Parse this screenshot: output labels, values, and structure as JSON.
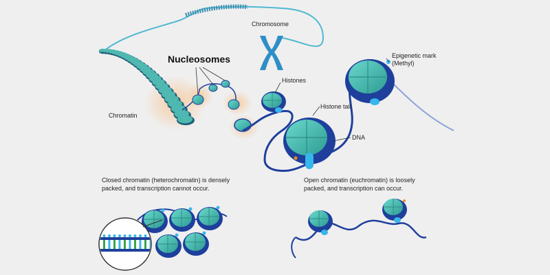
{
  "labels": {
    "chromosome": "Chromosome",
    "nucleosomes": "Nucleosomes",
    "chromatin": "Chromatin",
    "histones": "Histones",
    "histone_tail": "Histone tail",
    "dna": "DNA",
    "epigenetic_mark_line1": "Epigenetic mark",
    "epigenetic_mark_line2": "(Methyl)"
  },
  "captions": {
    "closed_line1": "Closed chromatin (heterochromatin) is densely",
    "closed_line2": "packed, and transcription cannot occur.",
    "open_line1": "Open chromatin (euchromatin) is loosely",
    "open_line2": "packed, and transcription can occur."
  },
  "colors": {
    "background": "#efefef",
    "histone_teal": "#3fb6ad",
    "histone_light": "#57cfc4",
    "dna_blue": "#1e3f9c",
    "dna_navy": "#122a73",
    "tail_cyan": "#36b6ea",
    "methyl_orange": "#f08a24",
    "glow": "#f6c89a"
  },
  "icons": {
    "chromosome": "chromosome-icon",
    "methyl_mark": "methyl-mark-icon"
  }
}
